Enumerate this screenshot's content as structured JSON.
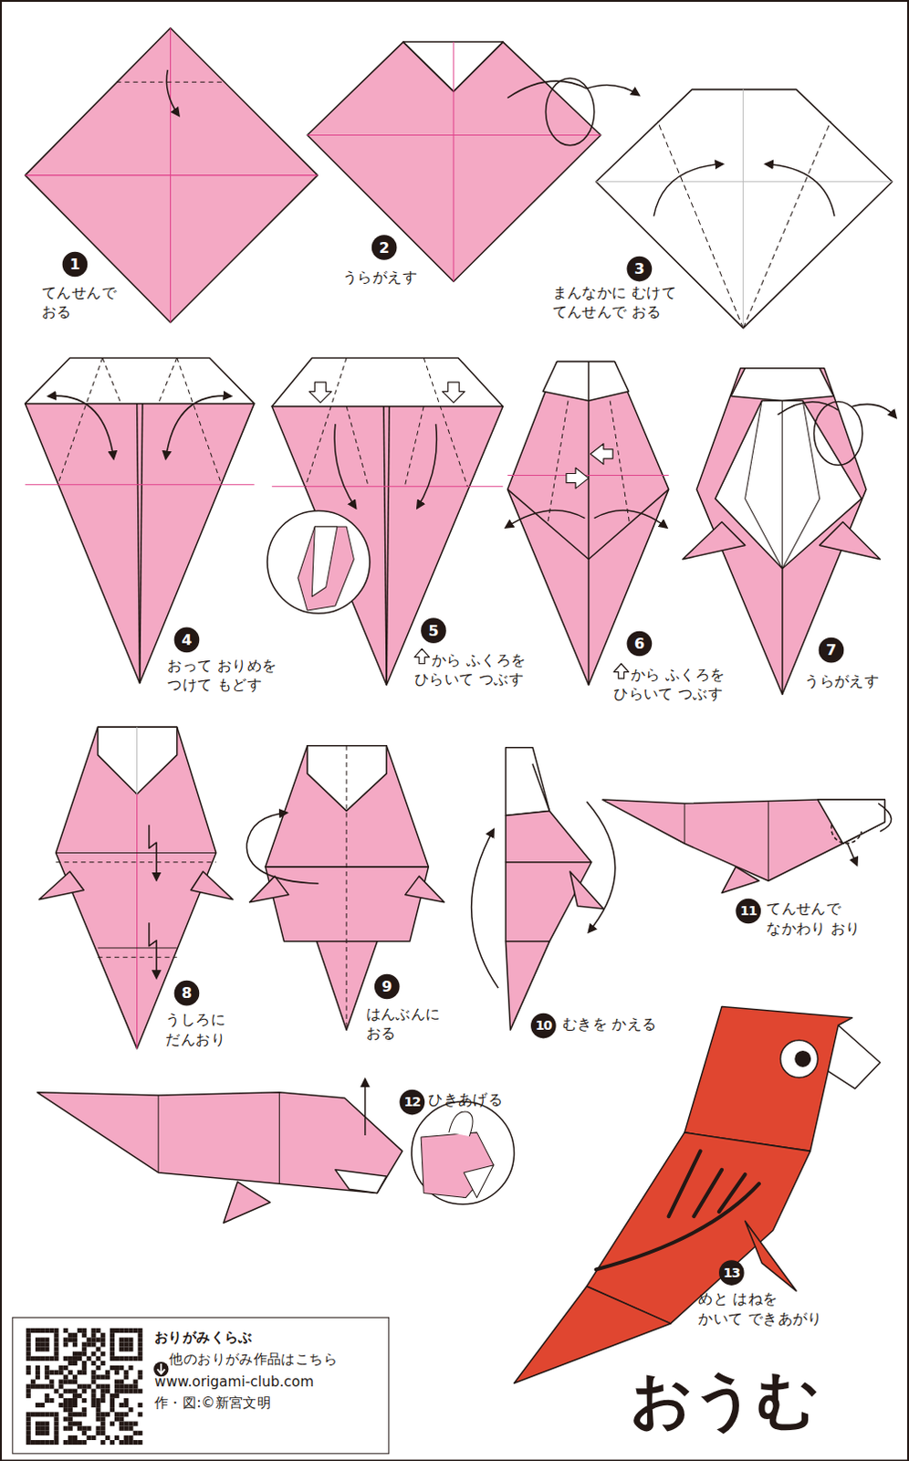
{
  "diagram": {
    "title": "おうむ",
    "nodes": [
      {
        "text": [
          "おりがみくらぶ",
          "他のおりがみ作品はこちら",
          "www.origami-club.com",
          "作・図:©新宮文明"
        ]
      }
    ],
    "labels": [
      "1",
      "てんせんで おる",
      "2",
      "うらがえす",
      "3",
      "まんなかに むけて てんせんで おる",
      "4",
      "おって おりめを つけて もどす",
      "5",
      "から ふくろを ひらいて つぶす",
      "6",
      "から ふくろを ひらいて つぶす",
      "7",
      "うらがえす",
      "8",
      "うしろに だんおり",
      "9",
      "はんぶんに おる",
      "10",
      "むきを かえる",
      "11",
      "てんせんで なかわり おり",
      "12",
      "ひきあげる",
      "13",
      "めと はねを かいて できあがり"
    ]
  }
}
